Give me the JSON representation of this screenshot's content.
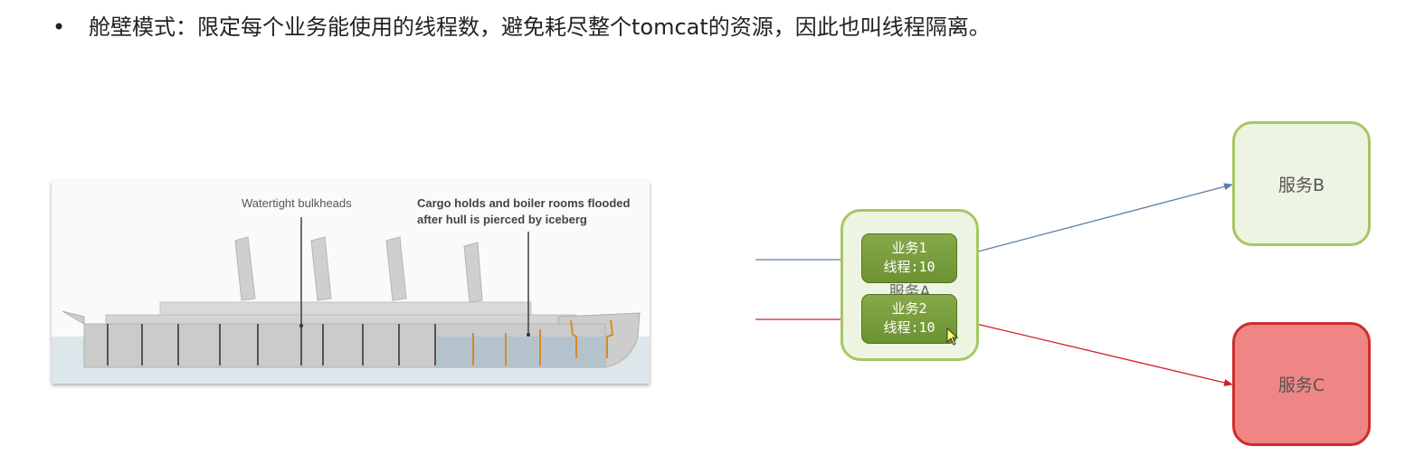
{
  "header": {
    "bullet": "•",
    "text": "舱壁模式：限定每个业务能使用的线程数，避免耗尽整个tomcat的资源，因此也叫线程隔离。"
  },
  "illustration": {
    "label_bulkheads": "Watertight bulkheads",
    "label_flooded_line1": "Cargo holds and boiler rooms flooded",
    "label_flooded_line2": "after hull is pierced by iceberg"
  },
  "diagram": {
    "service_a": "服务A",
    "service_b": "服务B",
    "service_c": "服务C",
    "biz1": {
      "name": "业务1",
      "threads": "线程:10"
    },
    "biz2": {
      "name": "业务2",
      "threads": "线程:10"
    },
    "colors": {
      "blue_arrow": "#5b7fa6",
      "red_arrow": "#d0202a",
      "green_border": "#a6c763",
      "green_fill": "#eef4e2",
      "red_fill": "#ef8585",
      "red_border": "#cc2d2d",
      "biz_fill": "#6c9232"
    }
  }
}
